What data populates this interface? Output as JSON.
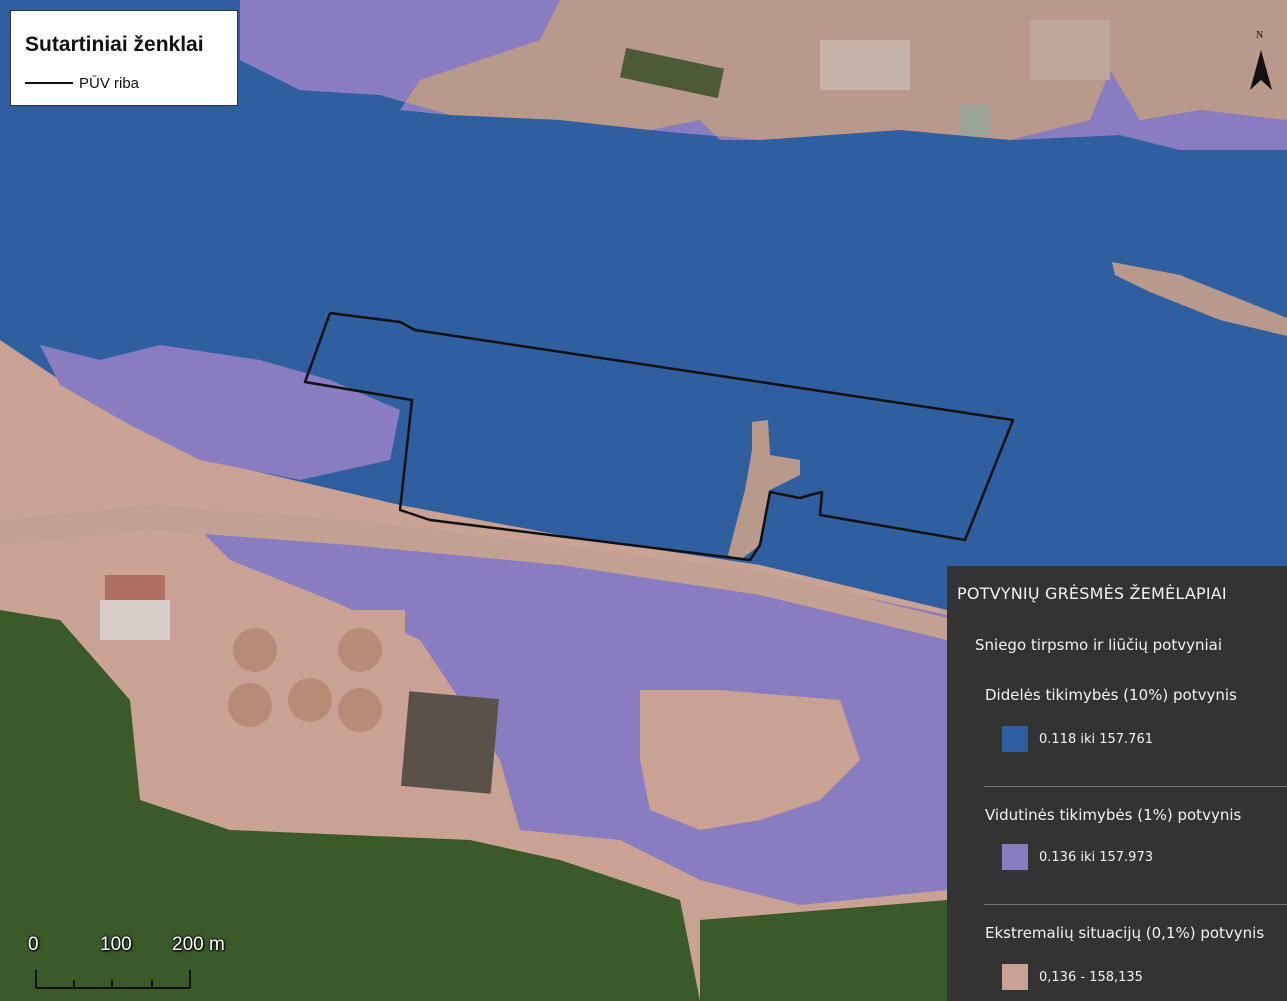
{
  "legend": {
    "title": "Sutartiniai ženklai",
    "items": [
      {
        "label": "PŪV riba",
        "symbol": "black-line"
      }
    ]
  },
  "north_arrow": {
    "label": "N",
    "icon": "north-arrow-icon"
  },
  "scale_bar": {
    "labels": [
      "0",
      "100",
      "200 m"
    ]
  },
  "flood_legend": {
    "title": "POTVYNIŲ GRĖSMĖS ŽEMĖLAPIAI",
    "subtitle": "Sniego tirpsmo ir liūčių potvyniai",
    "groups": [
      {
        "label": "Didelės tikimybės (10%) potvynis",
        "range": "0.118 iki 157.761",
        "color": "#2f5f9e"
      },
      {
        "label": "Vidutinės tikimybės (1%) potvynis",
        "range": "0.136 iki 157.973",
        "color": "#8a7cc0"
      },
      {
        "label": "Ekstremalių situacijų (0,1%) potvynis",
        "range": "0,136 - 158,135",
        "color": "#c9a293"
      }
    ]
  },
  "colors": {
    "river": "#2f5f9e",
    "medium_flood": "#8a7cc0",
    "extreme_flood": "#c9a293",
    "forest": "#3a5a2a",
    "boundary": "#111111"
  }
}
